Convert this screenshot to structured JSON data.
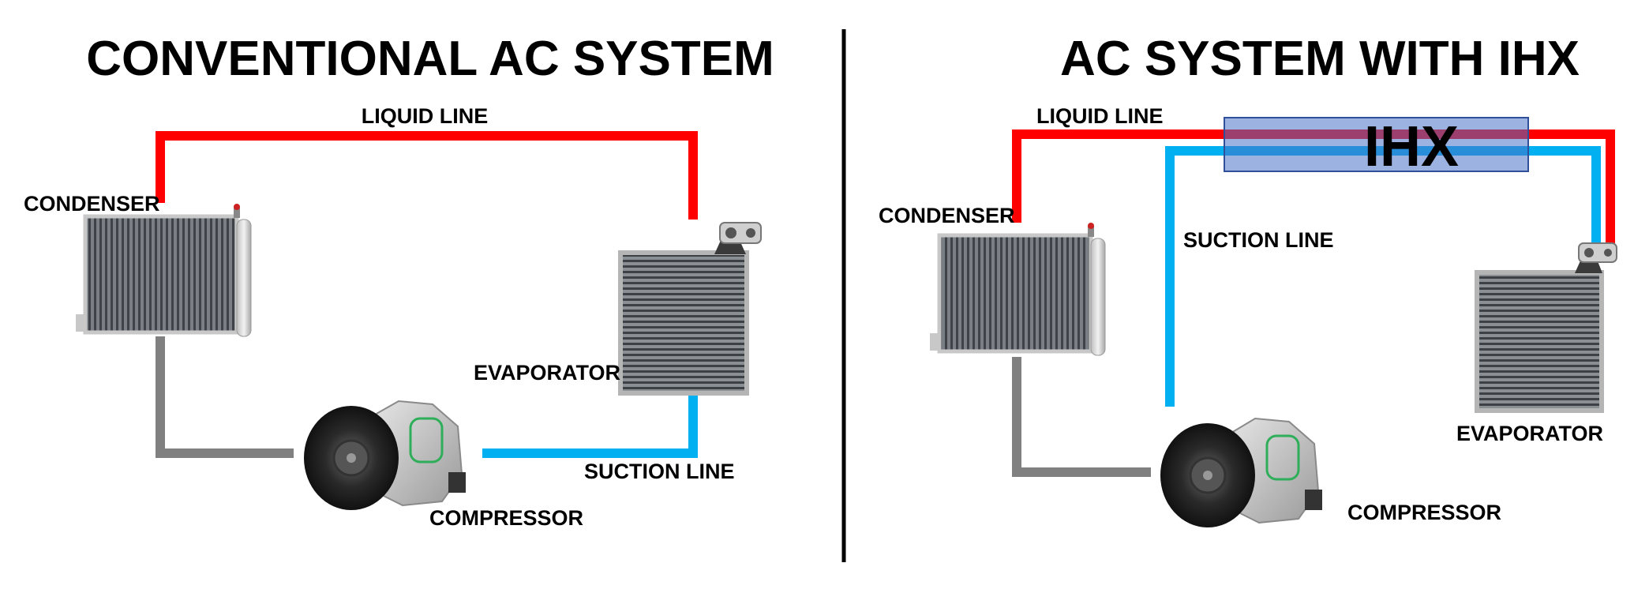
{
  "left": {
    "title": "CONVENTIONAL AC SYSTEM",
    "labels": {
      "liquid_line": "LIQUID LINE",
      "condenser": "CONDENSER",
      "evaporator": "EVAPORATOR",
      "suction_line": "SUCTION LINE",
      "compressor": "COMPRESSOR"
    }
  },
  "right": {
    "title": "AC SYSTEM WITH IHX",
    "labels": {
      "liquid_line": "LIQUID LINE",
      "condenser": "CONDENSER",
      "suction_line": "SUCTION LINE",
      "ihx": "IHX",
      "evaporator": "EVAPORATOR",
      "compressor": "COMPRESSOR"
    }
  },
  "colors": {
    "liquid_line": "#ff0000",
    "suction_line": "#00b0f0",
    "discharge_line": "#808080",
    "ihx_fill": "#4a72c8",
    "divider": "#000000"
  },
  "icons": {
    "condenser": "condenser-icon",
    "evaporator": "evaporator-icon",
    "compressor": "compressor-icon"
  }
}
